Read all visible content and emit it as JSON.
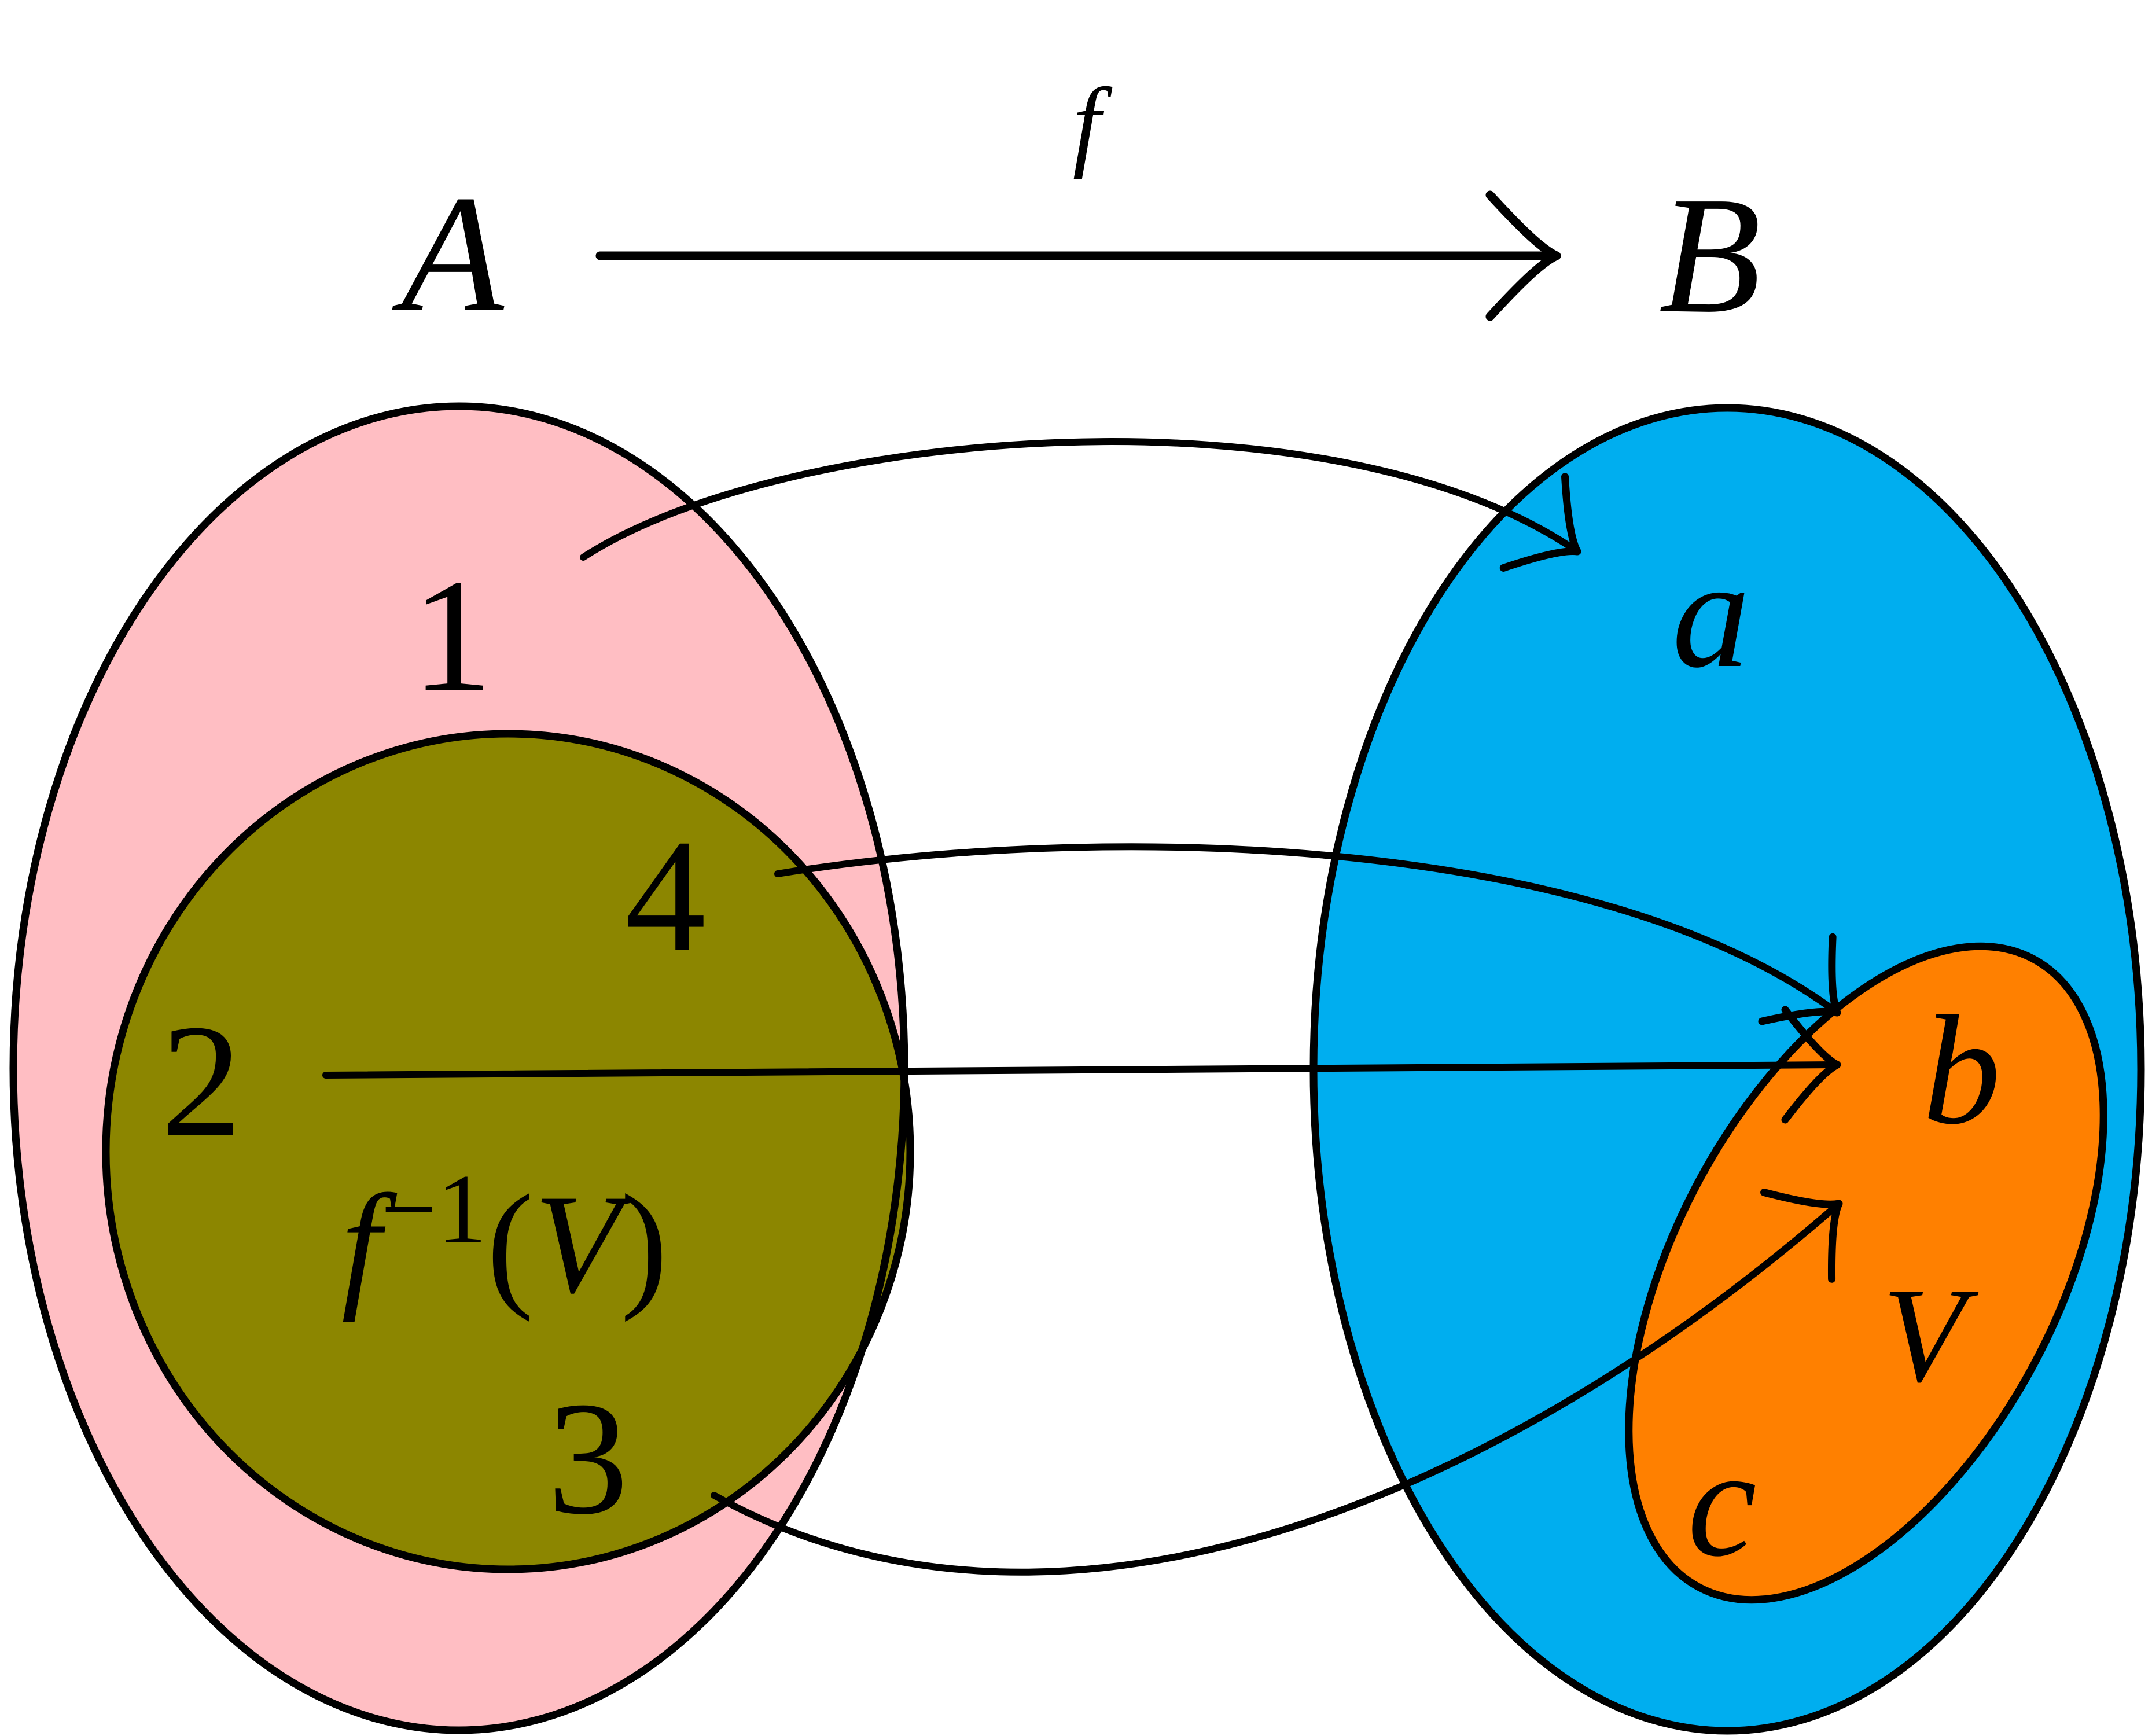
{
  "figure": {
    "domain_label": "A",
    "codomain_label": "B",
    "function_label": "f",
    "set_a_elements": {
      "e1": "1",
      "e2": "2",
      "e3": "3",
      "e4": "4"
    },
    "set_b_elements": {
      "a": "a",
      "b": "b",
      "c": "c"
    },
    "subset_v_label": "V",
    "preimage_label": {
      "f": "f",
      "sup": "−1",
      "open": "(",
      "v": "V",
      "close": ")"
    }
  },
  "colors": {
    "set_a_fill": "#ffbec3",
    "preimage_fill": "#8c8600",
    "set_b_fill": "#00aeef",
    "subset_v_fill": "#ff8000",
    "line": "#000000",
    "background": "#ffffff"
  }
}
